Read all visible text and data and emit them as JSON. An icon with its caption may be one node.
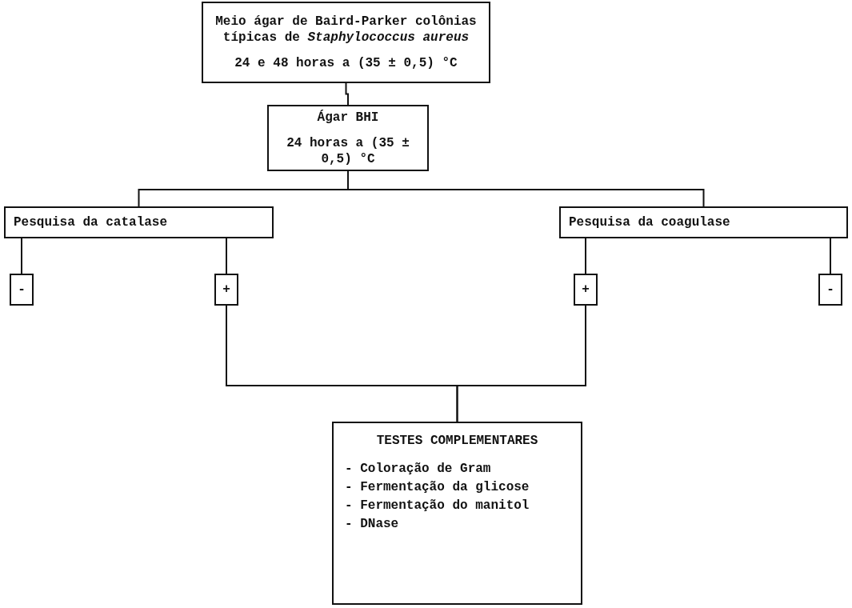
{
  "diagram": {
    "nodes": [
      {
        "text": [
          "Meio ágar de Baird-Parker colônias típicas de *Staphylococcus aureus*",
          "24 e 48 horas a (35 ± 0,5) °C"
        ]
      },
      {
        "text": [
          "Ágar BHI",
          "24 horas a (35 ± 0,5) °C"
        ]
      },
      {
        "text": [
          "Pesquisa da catalase"
        ]
      },
      {
        "text": [
          "Pesquisa da coagulase"
        ]
      },
      {
        "text": [
          "-"
        ]
      },
      {
        "text": [
          "+"
        ]
      },
      {
        "text": [
          "+"
        ]
      },
      {
        "text": [
          "-"
        ]
      },
      {
        "text": [
          "TESTES COMPLEMENTARES",
          "- Coloração de Gram",
          "- Fermentação da glicose",
          "- Fermentação do manitol",
          "- DNase"
        ]
      }
    ],
    "edges": [
      {
        "from": 0,
        "to": 1,
        "arrow": "none"
      },
      {
        "from": 1,
        "to": 2,
        "arrow": "none"
      },
      {
        "from": 1,
        "to": 3,
        "arrow": "none"
      },
      {
        "from": 2,
        "to": 4,
        "arrow": "none"
      },
      {
        "from": 2,
        "to": 5,
        "arrow": "none"
      },
      {
        "from": 3,
        "to": 6,
        "arrow": "none"
      },
      {
        "from": 3,
        "to": 7,
        "arrow": "none"
      },
      {
        "from": 5,
        "to": 8,
        "arrow": "none"
      },
      {
        "from": 6,
        "to": 8,
        "arrow": "none"
      }
    ]
  }
}
